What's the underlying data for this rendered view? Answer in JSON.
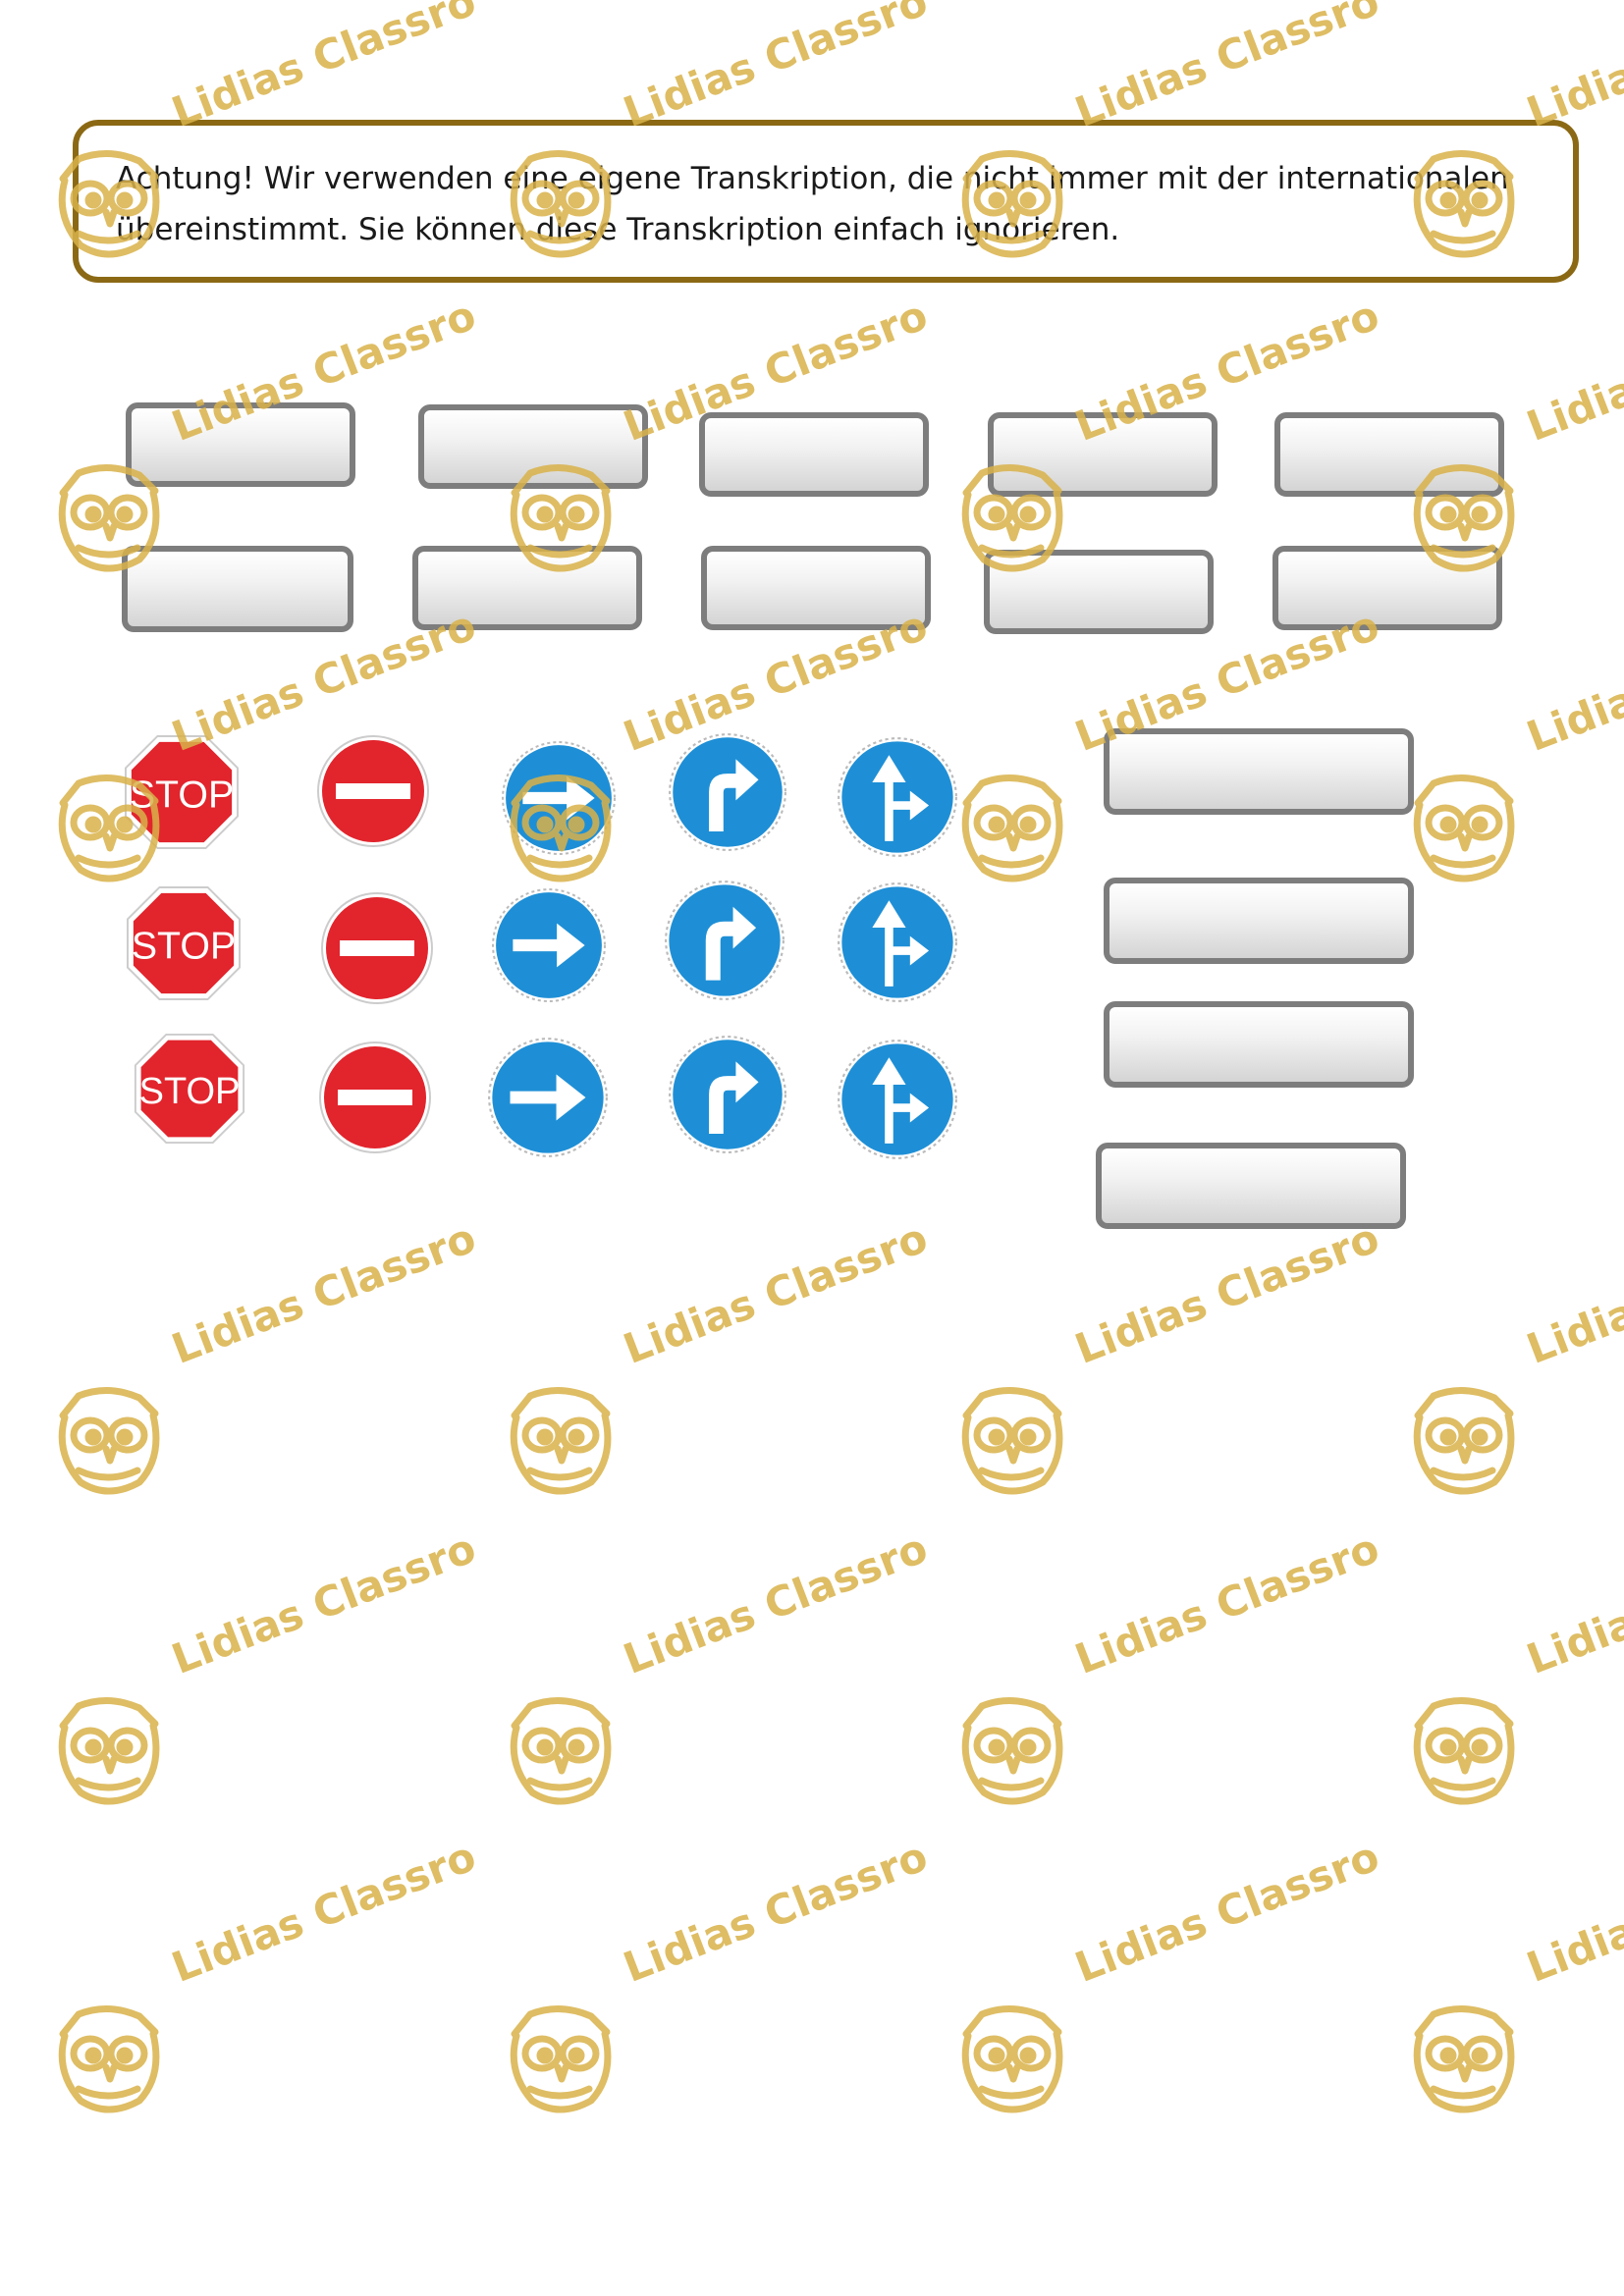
{
  "notice": {
    "line1": "Achtung! Wir verwenden eine eigene Transkription, die nicht immer mit der internationalen",
    "line2": "übereinstimmt. Sie können diese Transkription einfach ignorieren."
  },
  "signs": {
    "stop_text": "STOP"
  },
  "watermark": {
    "text": "Lidias Classro",
    "color": "#d9b24a",
    "icon": "owl-icon"
  },
  "colors": {
    "frame": "#8b6914",
    "stop_red": "#e2242c",
    "no_entry_red": "#e2242c",
    "mandatory_blue": "#1e8fd6",
    "blank_border": "#7d7d7d"
  }
}
